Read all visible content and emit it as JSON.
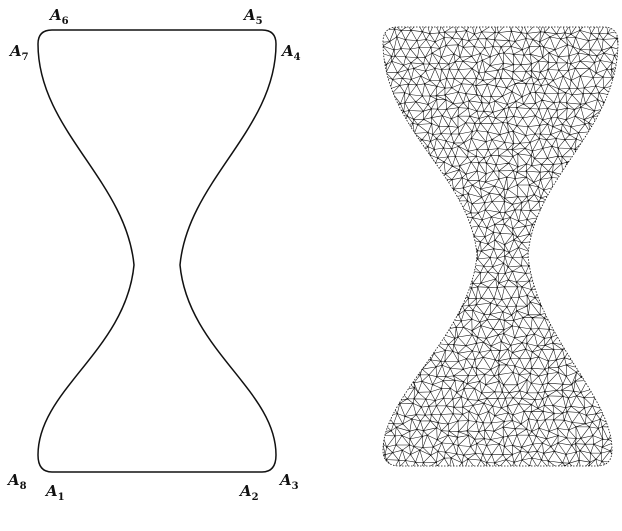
{
  "figure": {
    "outline": {
      "vertex_labels": [
        {
          "letter": "A",
          "index": "1"
        },
        {
          "letter": "A",
          "index": "2"
        },
        {
          "letter": "A",
          "index": "3"
        },
        {
          "letter": "A",
          "index": "4"
        },
        {
          "letter": "A",
          "index": "5"
        },
        {
          "letter": "A",
          "index": "6"
        },
        {
          "letter": "A",
          "index": "7"
        },
        {
          "letter": "A",
          "index": "8"
        }
      ]
    },
    "mesh": {
      "style": "triangulated-dense"
    },
    "colors": {
      "stroke": "#111111",
      "background": "#ffffff"
    }
  }
}
